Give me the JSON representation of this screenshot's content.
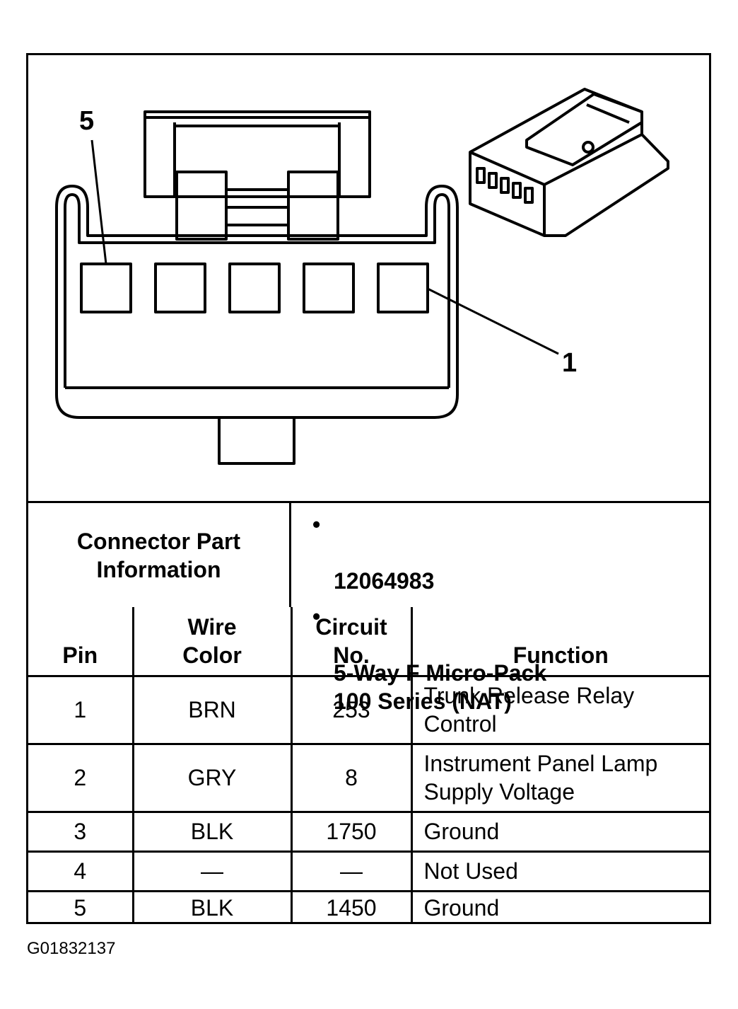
{
  "diagram": {
    "pin_label_left": "5",
    "pin_label_right": "1"
  },
  "info": {
    "label": "Connector Part\nInformation",
    "items": [
      "12064983",
      "5-Way F Micro-Pack\n100 Series (NAT)"
    ]
  },
  "table": {
    "headers": [
      "Pin",
      "Wire\nColor",
      "Circuit\nNo.",
      "Function"
    ],
    "rows": [
      {
        "pin": "1",
        "color": "BRN",
        "circuit": "253",
        "function": "Trunk Release Relay\nControl"
      },
      {
        "pin": "2",
        "color": "GRY",
        "circuit": "8",
        "function": "Instrument Panel Lamp\nSupply Voltage"
      },
      {
        "pin": "3",
        "color": "BLK",
        "circuit": "1750",
        "function": "Ground"
      },
      {
        "pin": "4",
        "color": "—",
        "circuit": "—",
        "function": "Not Used"
      },
      {
        "pin": "5",
        "color": "BLK",
        "circuit": "1450",
        "function": "Ground"
      }
    ]
  },
  "figure_id": "G01832137"
}
